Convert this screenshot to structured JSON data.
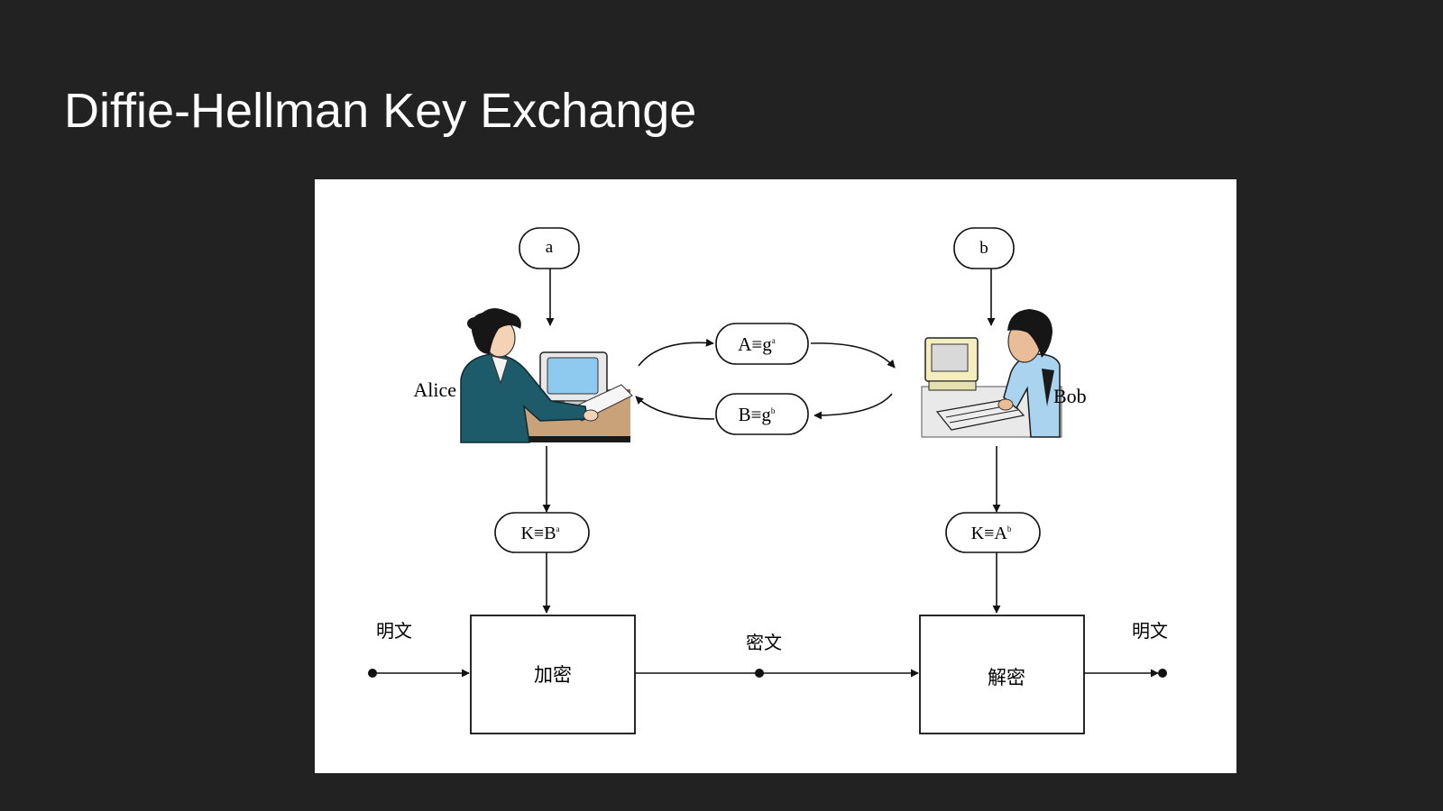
{
  "slide": {
    "title": "Diffie-Hellman Key Exchange"
  },
  "diagram": {
    "alice": {
      "name": "Alice",
      "secret": "a",
      "shared_key_base": "K≡B",
      "shared_key_exp": "a"
    },
    "bob": {
      "name": "Bob",
      "secret": "b",
      "shared_key_base": "K≡A",
      "shared_key_exp": "b"
    },
    "messages": [
      {
        "base": "A≡g",
        "exp": "a"
      },
      {
        "base": "B≡g",
        "exp": "b"
      }
    ],
    "encrypt_box": "加密",
    "decrypt_box": "解密",
    "plaintext_in": "明文",
    "ciphertext": "密文",
    "plaintext_out": "明文"
  },
  "colors": {
    "background": "#222222",
    "panel": "#ffffff",
    "ink": "#111111",
    "screen": "#8ec9f0",
    "alice_jacket": "#1d5a6a",
    "bob_shirt": "#a9d3ef",
    "monitor_beige": "#f3edbf"
  }
}
